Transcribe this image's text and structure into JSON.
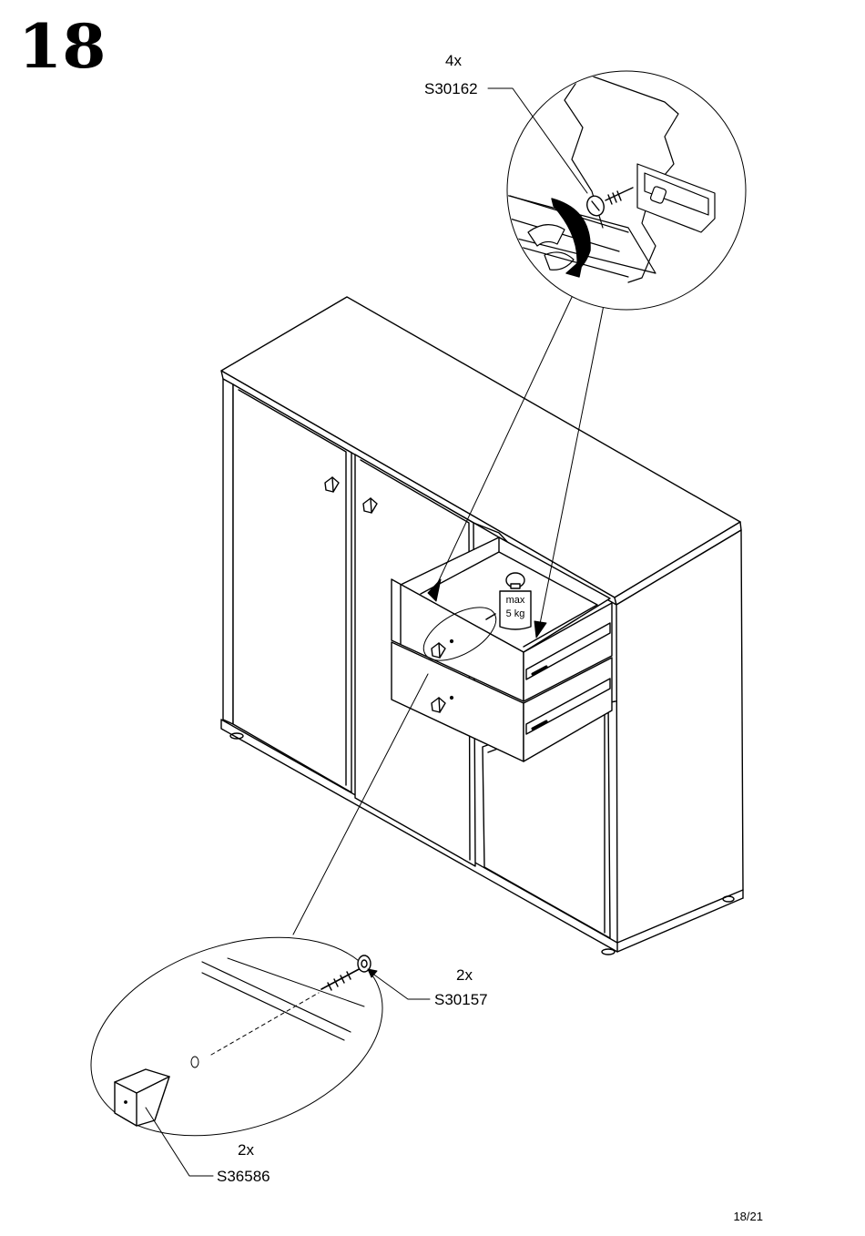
{
  "step": {
    "number": "18"
  },
  "callouts": {
    "drawer_screw": {
      "quantity": "4x",
      "part": "S30162"
    },
    "foot_screw": {
      "quantity": "2x",
      "part": "S30157"
    },
    "foot": {
      "quantity": "2x",
      "part": "S36586"
    }
  },
  "weight_limit": {
    "line1": "max",
    "line2": "5 kg"
  },
  "page": {
    "number": "18/21"
  },
  "colors": {
    "ink": "#000000",
    "paper": "#ffffff"
  }
}
